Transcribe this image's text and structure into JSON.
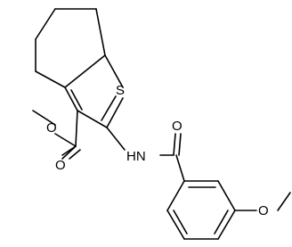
{
  "molecule": {
    "atoms": {
      "S": "S",
      "NH": "HN",
      "O_ester_carbonyl": "O",
      "O_ester_ether": "O",
      "O_amide_carbonyl": "O",
      "O_methoxy": "O"
    }
  },
  "colors": {
    "bond": "#000000",
    "label": "#000000",
    "background": "#ffffff"
  }
}
